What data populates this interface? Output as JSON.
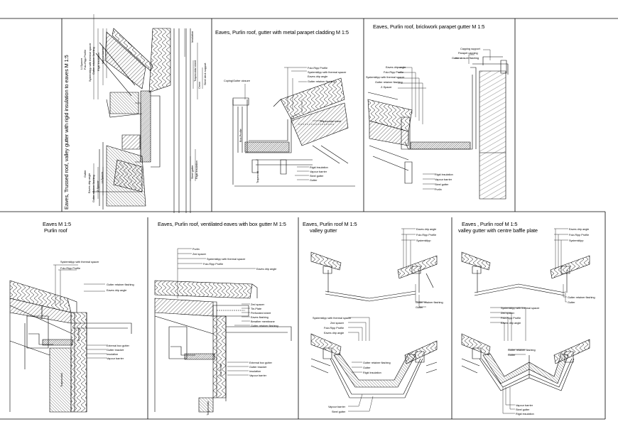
{
  "panels": {
    "p1": {
      "title": "Eaves, Trussed roof, valley gutter with rigid insulation to eaves M 1:5",
      "labels": [
        "Gutter retainer flashing",
        "U-Spacer",
        "Folz-Ripp Profile",
        "Systemklipp with thermal spacer",
        "Rigid insulation",
        "Vapour barrier",
        "Insulation",
        "Trapezoidal sheet",
        "Cross",
        "Steel deck support",
        "Steel gutter",
        "Rigid insulation",
        "Gutter",
        "Eaves drip angle",
        "Gutter retainer flashing",
        "Z-Spacer",
        "U-Spacer"
      ]
    },
    "p2": {
      "title": "Eaves, Purlin roof, gutter with metal parapet cladding M 1:5",
      "labels": [
        "Coping/Gutter closure",
        "Folz-Ripp Profile",
        "Systemklipp with thermal spacer",
        "Eaves drip angle",
        "Gutter retainer flashing",
        "Trapezoidal sheet",
        "Rigid insulation",
        "Vapour barrier",
        "Steel gutter",
        "Gutter",
        "Box-Profile",
        "Trapezoid"
      ]
    },
    "p3": {
      "title": "Eaves, Purlin roof, brickwork parapet gutter M 1:5",
      "labels": [
        "Capping support",
        "Parapet capping",
        "Gutter closure flashing",
        "Eaves drip angle",
        "Folz-Ripp Profile",
        "Systemklipp with thermal spacer",
        "Gutter retainer flashing",
        "Z-Spacer",
        "Rigid insulation",
        "Vapour barrier",
        "Steel gutter",
        "Purlin"
      ]
    },
    "p4": {
      "title_line1": "Eaves M 1:5",
      "title_line2": "Purlin roof",
      "labels": [
        "Systemklipp with thermal spacer",
        "Folz-Ripp Profile",
        "Gutter retainer flashing",
        "Eaves drip angle",
        "External box gutter",
        "Gutter bracket",
        "Insulation",
        "Vapour barrier",
        "Trapezoidal",
        "Box-Profile",
        "Trapezoidal"
      ]
    },
    "p5": {
      "title": "Eaves, Purlin roof, ventilated eaves with box gutter M 1:5",
      "labels": [
        "Purlin",
        "Zed spacer",
        "Systemklipp with thermal spacer",
        "Folz-Ripp Profile",
        "Eaves drip angle",
        "Zed spacer",
        "Tie-Plate",
        "Perforated sheet",
        "Eaves flashing",
        "Breather membrane",
        "Gutter retainer flashing",
        "External box gutter",
        "Gutter bracket",
        "Insulation",
        "Vapour barrier",
        "Box-Profile",
        "Trapezoidal"
      ]
    },
    "p6": {
      "title_line1": "Eaves, Purlin roof M 1:5",
      "title_line2": "valley gutter",
      "labels_top": [
        "Eaves drip angle",
        "Folz-Ripp Profile",
        "Systemklipp",
        "Gutter retainer flashing",
        "Gutter"
      ],
      "labels_bottom": [
        "Systemklipp with thermal spacer",
        "Zed spacer",
        "Folz-Ripp Profile",
        "Eaves drip angle",
        "Gutter retainer flashing",
        "Gutter",
        "Rigid insulation",
        "Vapour barrier",
        "Steel gutter"
      ]
    },
    "p7": {
      "title_line1": "Eaves , Purlin roof M 1:5",
      "title_line2": "valley gutter with centre baffle plate",
      "labels_top": [
        "Eaves drip angle",
        "Folz-Ripp Profile",
        "Systemklipp",
        "Gutter retainer flashing",
        "Gutter"
      ],
      "labels_bottom": [
        "Systemklipp with thermal spacer",
        "Zed spacer",
        "Folz-Ripp Profile",
        "Eaves drip angle",
        "Gutter retainer flashing",
        "Gutter",
        "Vapour barrier",
        "Steel gutter",
        "Rigid insulation"
      ]
    }
  }
}
